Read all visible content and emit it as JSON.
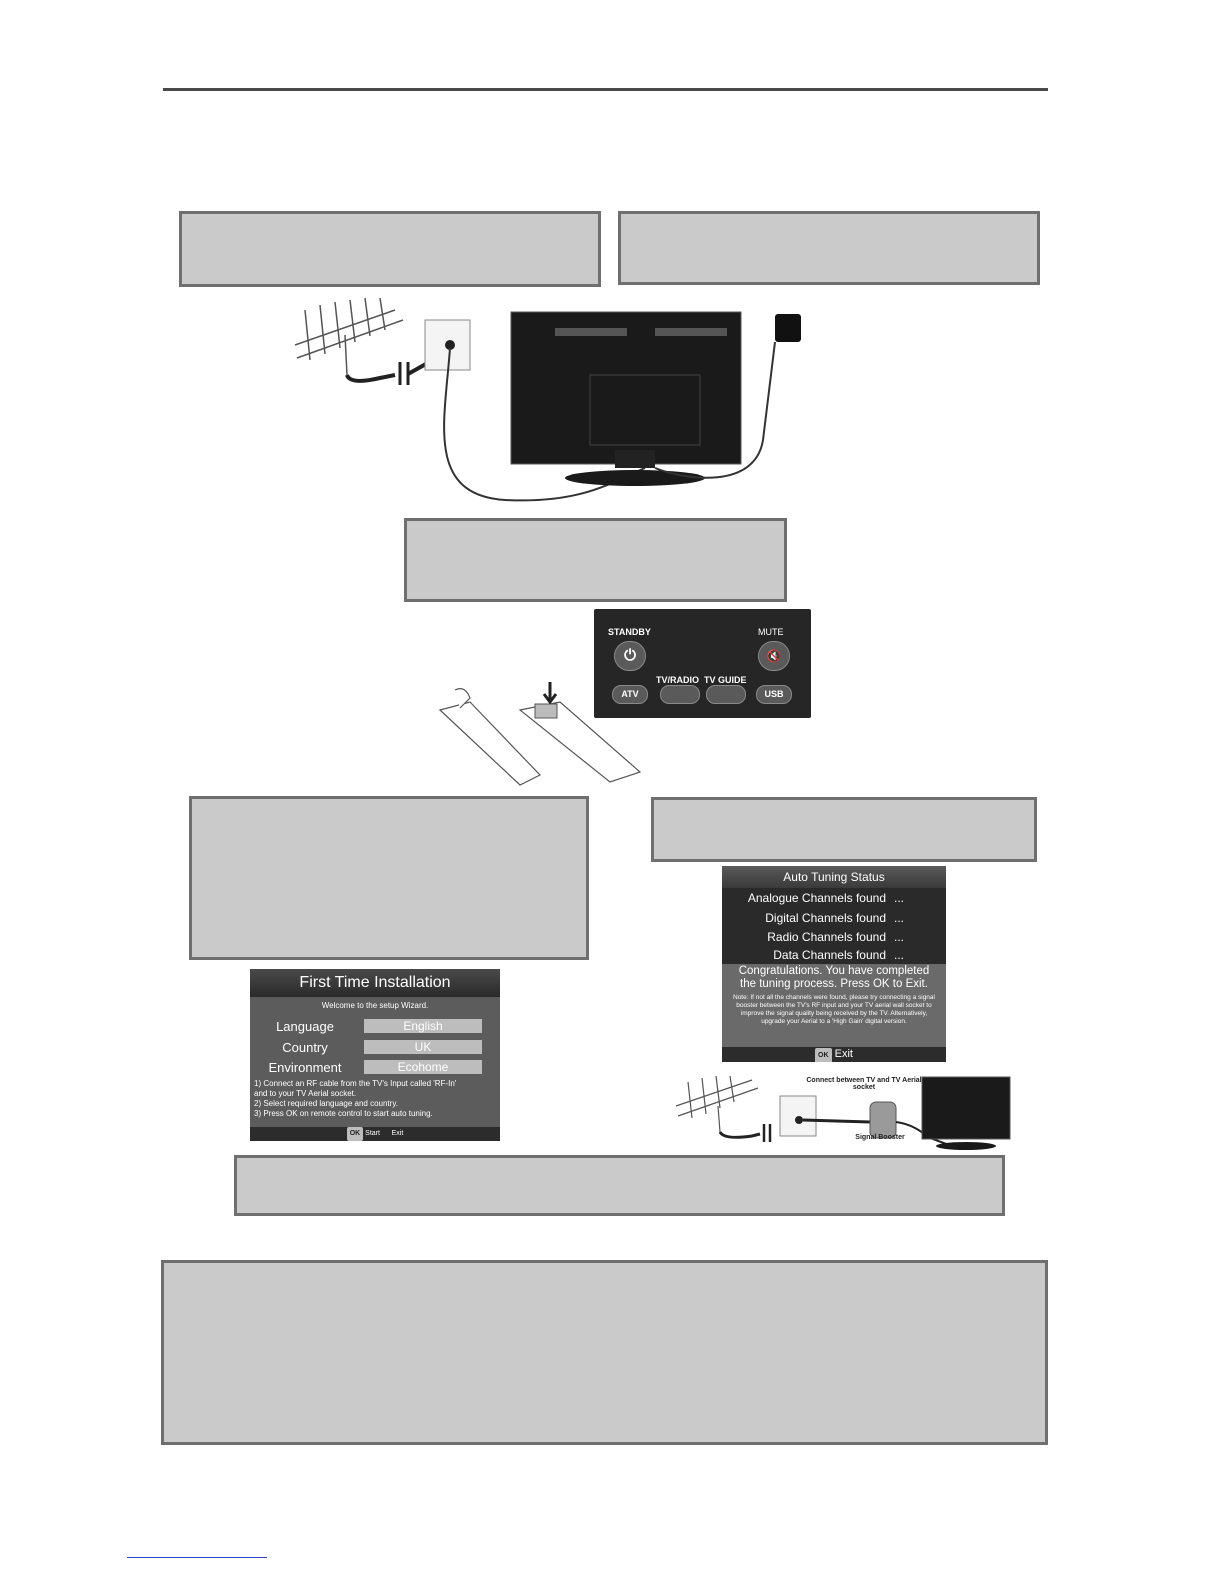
{
  "page": {
    "colors": {
      "box_fill": "#cacaca",
      "box_border": "#6f6f6f",
      "osd_body": "#5c5c5c",
      "osd_title": "#2a2a2a"
    }
  },
  "remote": {
    "standby_label": "STANDBY",
    "mute_label": "MUTE",
    "tv_radio_label": "TV/RADIO",
    "tv_guide_label": "TV GUIDE",
    "atv_label": "ATV",
    "usb_label": "USB",
    "icons": {
      "standby": "power-icon",
      "mute": "mute-icon"
    }
  },
  "first_time_installation": {
    "title": "First Time Installation",
    "welcome": "Welcome to the setup Wizard.",
    "rows": [
      {
        "label": "Language",
        "value": "English"
      },
      {
        "label": "Country",
        "value": "UK"
      },
      {
        "label": "Environment",
        "value": "Ecohome"
      }
    ],
    "notes": [
      "1) Connect an RF cable from the TV's Input called 'RF-In'",
      "and to your TV Aerial socket.",
      "2) Select required language and country.",
      "3) Press OK on remote control to start auto tuning."
    ],
    "footer_key": "OK",
    "footer_start": "Start",
    "footer_exit": "Exit"
  },
  "auto_tuning": {
    "title": "Auto Tuning Status",
    "rows": [
      {
        "label": "Analogue  Channels found",
        "value": "..."
      },
      {
        "label": "Digital Channels found",
        "value": "..."
      },
      {
        "label": "Radio Channels found",
        "value": "..."
      },
      {
        "label": "Data Channels found",
        "value": "..."
      }
    ],
    "congrats": "Congratulations. You have completed the tuning process. Press OK to Exit.",
    "note": "Note: If not all the channels were found, please try connecting a signal booster between the TV's RF input and your TV aerial wall socket to improve the signal quality being received by the TV. Alternatively, upgrade your Aerial to a 'High Gain' digital version.",
    "footer_key": "OK",
    "footer_exit": "Exit"
  },
  "booster_diagram": {
    "connect_label": "Connect between TV and TV Aerial socket",
    "booster_label": "Signal Booster"
  }
}
